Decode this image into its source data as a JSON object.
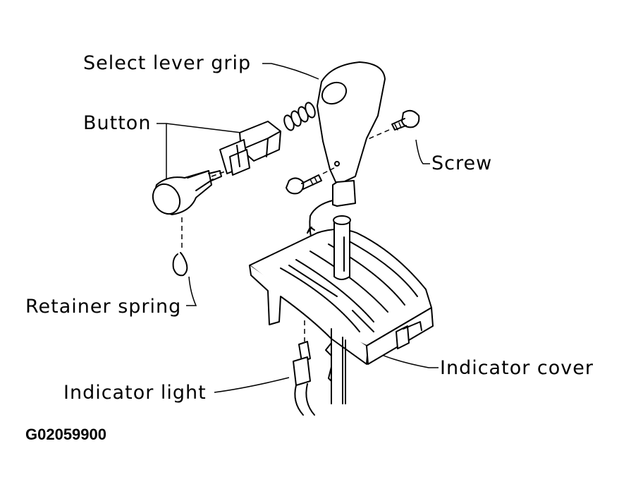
{
  "labels": {
    "select_lever_grip": "Select lever grip",
    "button": "Button",
    "screw": "Screw",
    "retainer_spring": "Retainer spring",
    "indicator_cover": "Indicator cover",
    "indicator_light": "Indicator light"
  },
  "figure_code": "G02059900"
}
